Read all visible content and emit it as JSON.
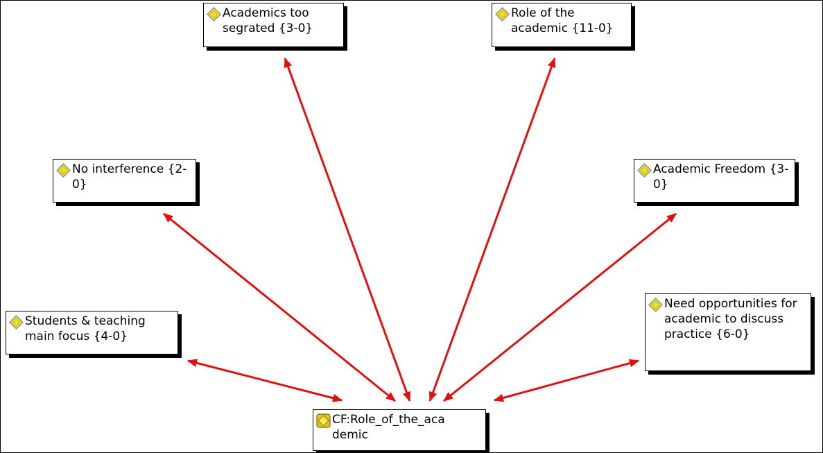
{
  "diagram": {
    "colors": {
      "link": "#e01010",
      "node_border": "#000000",
      "icon_fill": "#f2e21a",
      "icon_outline": "#808080",
      "core_icon_fill": "#e8c21a"
    },
    "nodes": {
      "academics_segregated": {
        "label": "Academics too segrated {3-0}",
        "icon": "code-icon"
      },
      "role_academic": {
        "label": "Role of the academic {11-0}",
        "icon": "code-icon"
      },
      "no_interference": {
        "label": "No interference {2-0}",
        "icon": "code-icon"
      },
      "academic_freedom": {
        "label": "Academic Freedom {3-0}",
        "icon": "code-icon"
      },
      "students_teaching": {
        "label": "Students & teaching main focus {4-0}",
        "icon": "code-icon"
      },
      "need_opportunities": {
        "label": "Need opportunities for academic to discuss practice {6-0}",
        "icon": "code-icon"
      },
      "core": {
        "label": "CF:Role_of_the_aca demic",
        "icon": "code-family-icon"
      }
    },
    "links": [
      {
        "from": "core",
        "to": "academics_segregated",
        "type": "bidirectional"
      },
      {
        "from": "core",
        "to": "role_academic",
        "type": "bidirectional"
      },
      {
        "from": "core",
        "to": "no_interference",
        "type": "bidirectional"
      },
      {
        "from": "core",
        "to": "academic_freedom",
        "type": "bidirectional"
      },
      {
        "from": "core",
        "to": "students_teaching",
        "type": "bidirectional"
      },
      {
        "from": "core",
        "to": "need_opportunities",
        "type": "bidirectional"
      }
    ]
  }
}
